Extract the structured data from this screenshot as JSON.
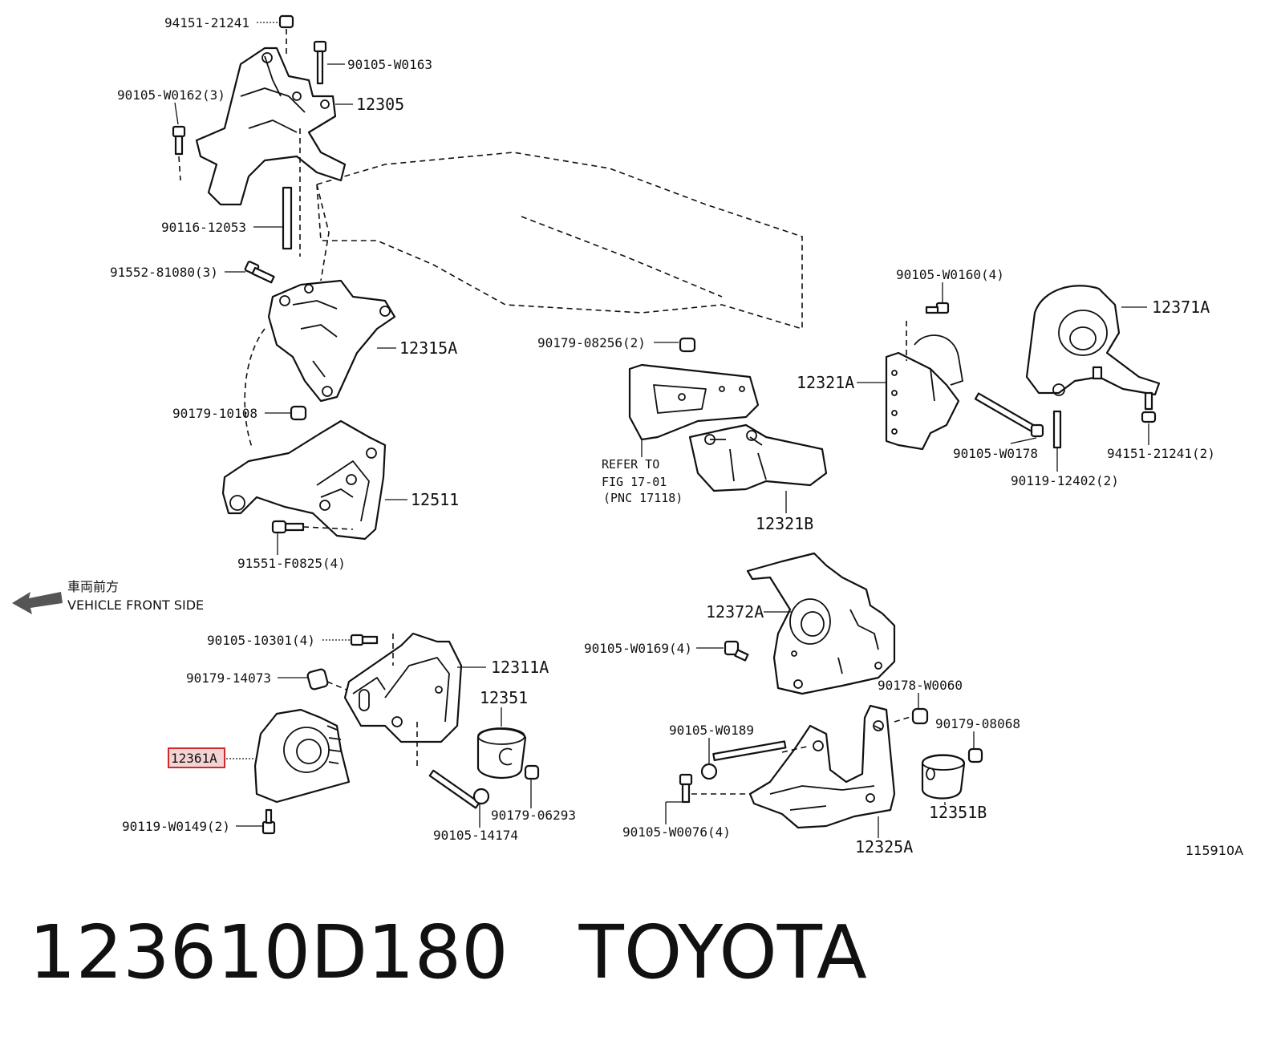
{
  "labels": {
    "l94151_21241": "94151-21241",
    "l90105_w0163": "90105-W0163",
    "l90105_w0162": "90105-W0162(3)",
    "l12305": "12305",
    "l90116_12053": "90116-12053",
    "l91552_81080": "91552-81080(3)",
    "l12315a": "12315A",
    "l90179_10108": "90179-10108",
    "l12511": "12511",
    "l91551_f0825": "91551-F0825(4)",
    "l90179_08256": "90179-08256(2)",
    "l12321b": "12321B",
    "l90105_w0160": "90105-W0160(4)",
    "l12371a": "12371A",
    "l12321a": "12321A",
    "l90105_w0178": "90105-W0178",
    "l90119_12402": "90119-12402(2)",
    "l94151_21241_2": "94151-21241(2)",
    "l90105_10301": "90105-10301(4)",
    "l12311a": "12311A",
    "l90179_14073": "90179-14073",
    "l12351": "12351",
    "l12361a": "12361A",
    "l90119_w0149": "90119-W0149(2)",
    "l90179_06293": "90179-06293",
    "l90105_14174": "90105-14174",
    "l12372a": "12372A",
    "l90105_w0169": "90105-W0169(4)",
    "l90178_w0060": "90178-W0060",
    "l90179_08068": "90179-08068",
    "l90105_w0189": "90105-W0189",
    "l12351b": "12351B",
    "l90105_w0076": "90105-W0076(4)",
    "l12325a": "12325A"
  },
  "refer": {
    "line1": "REFER TO",
    "line2": "FIG 17-01",
    "line3": "(PNC 17118)"
  },
  "direction": {
    "jp": "車両前方",
    "en": "VEHICLE FRONT SIDE",
    "icon": "arrow-left-icon"
  },
  "figure_id": "115910A",
  "footer": {
    "part_number": "123610D180",
    "brand": "TOYOTA"
  },
  "highlight": {
    "target": "12361A",
    "color": "#d22a2a",
    "fill": "#f3d3d3"
  }
}
